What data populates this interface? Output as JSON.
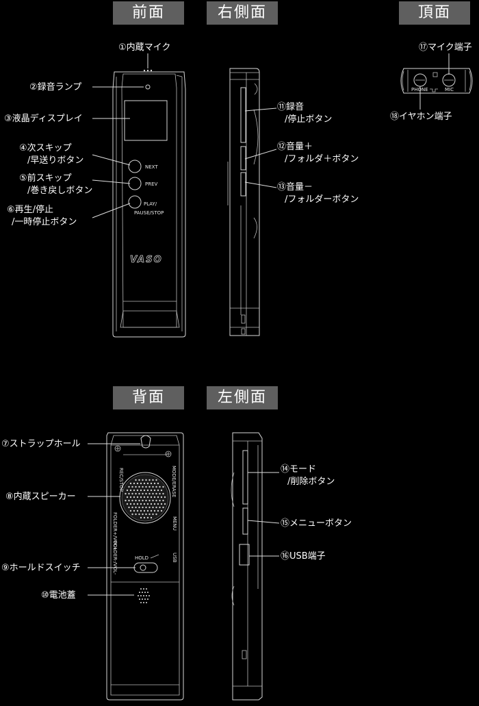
{
  "headers": {
    "front": "前面",
    "right": "右側面",
    "top": "頂面",
    "back": "背面",
    "left": "左側面"
  },
  "labels": {
    "l1": "①内蔵マイク",
    "l2": "②録音ランプ",
    "l3": "③液晶ディスプレイ",
    "l4a": "④次スキップ",
    "l4b": "/早送りボタン",
    "l5a": "⑤前スキップ",
    "l5b": "/巻き戻しボタン",
    "l6a": "⑥再生/停止",
    "l6b": "/一時停止ボタン",
    "l7": "⑦ストラップホール",
    "l8": "⑧内蔵スピーカー",
    "l9": "⑨ホールドスイッチ",
    "l10": "⑩電池蓋",
    "l11a": "⑪録音",
    "l11b": "/停止ボタン",
    "l12a": "⑫音量＋",
    "l12b": "/フォルダ＋ボタン",
    "l13a": "⑬音量－",
    "l13b": "/フォルダーボタン",
    "l14a": "⑭モード",
    "l14b": "/削除ボタン",
    "l15": "⑮メニューボタン",
    "l16": "⑯USB端子",
    "l17": "⑰マイク端子",
    "l18": "⑱イヤホン端子"
  },
  "device_text": {
    "next": "NEXT",
    "prev": "PREV",
    "play1": "PLAY/",
    "play2": "PAUSE/STOP",
    "brand": "VASO",
    "phone": "PHONE",
    "mic": "MIC",
    "hold": "HOLD",
    "rec_stop": "REC/STOP",
    "mode_erase": "MODE/ERASE",
    "folder_vol_plus": "FOLDER+/VOL+",
    "menu": "MENU",
    "folder_vol_minus": "FOLDER-/VOL-",
    "usb": "USB"
  }
}
